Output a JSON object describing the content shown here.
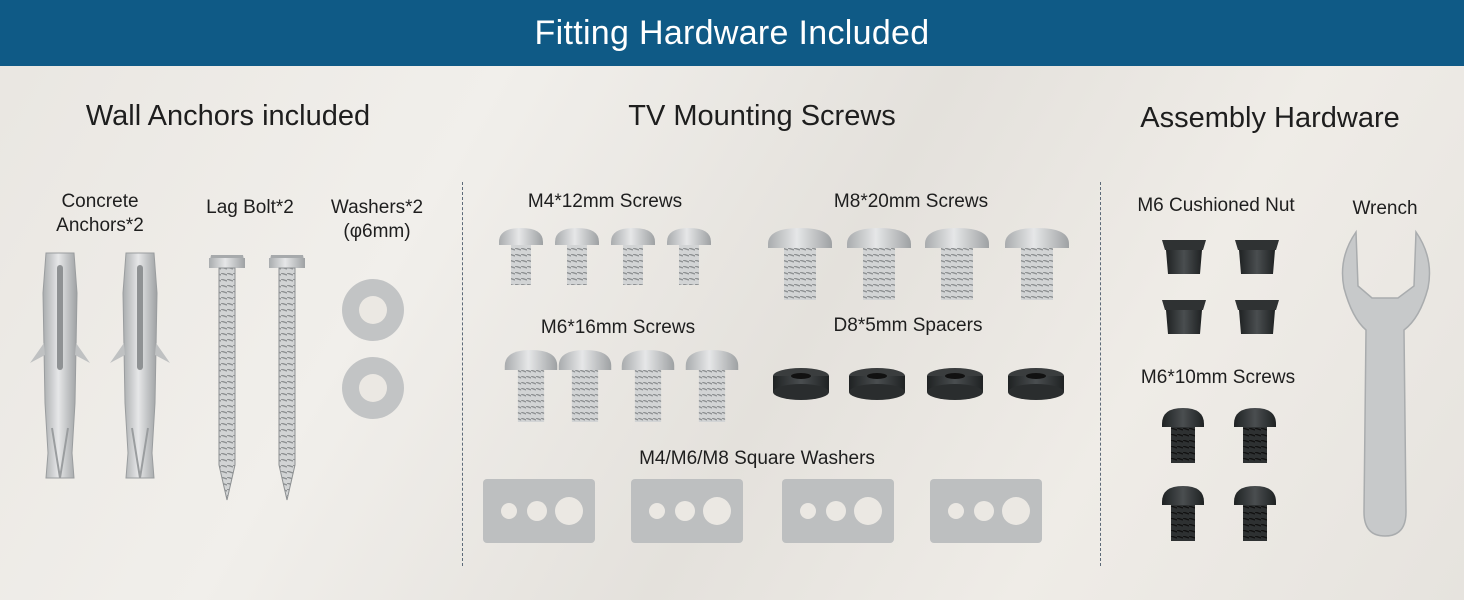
{
  "banner": {
    "title": "Fitting Hardware Included",
    "color": "#0f5a86"
  },
  "sections": {
    "wall": {
      "title": "Wall Anchors included",
      "items": {
        "concrete_line1": "Concrete",
        "concrete_line2": "Anchors*2",
        "lag": "Lag Bolt*2",
        "washers_line1": "Washers*2",
        "washers_line2": "(φ6mm)"
      }
    },
    "tv": {
      "title": "TV Mounting Screws",
      "items": {
        "m4": "M4*12mm Screws",
        "m8": "M8*20mm Screws",
        "m6": "M6*16mm Screws",
        "spacers": "D8*5mm Spacers",
        "square_washers": "M4/M6/M8 Square Washers"
      }
    },
    "assembly": {
      "title": "Assembly Hardware",
      "items": {
        "nut": "M6 Cushioned Nut",
        "screws": "M6*10mm Screws",
        "wrench": "Wrench"
      }
    }
  },
  "colors": {
    "silver": "#c9cbcc",
    "dark_part": "#2c2f30"
  }
}
